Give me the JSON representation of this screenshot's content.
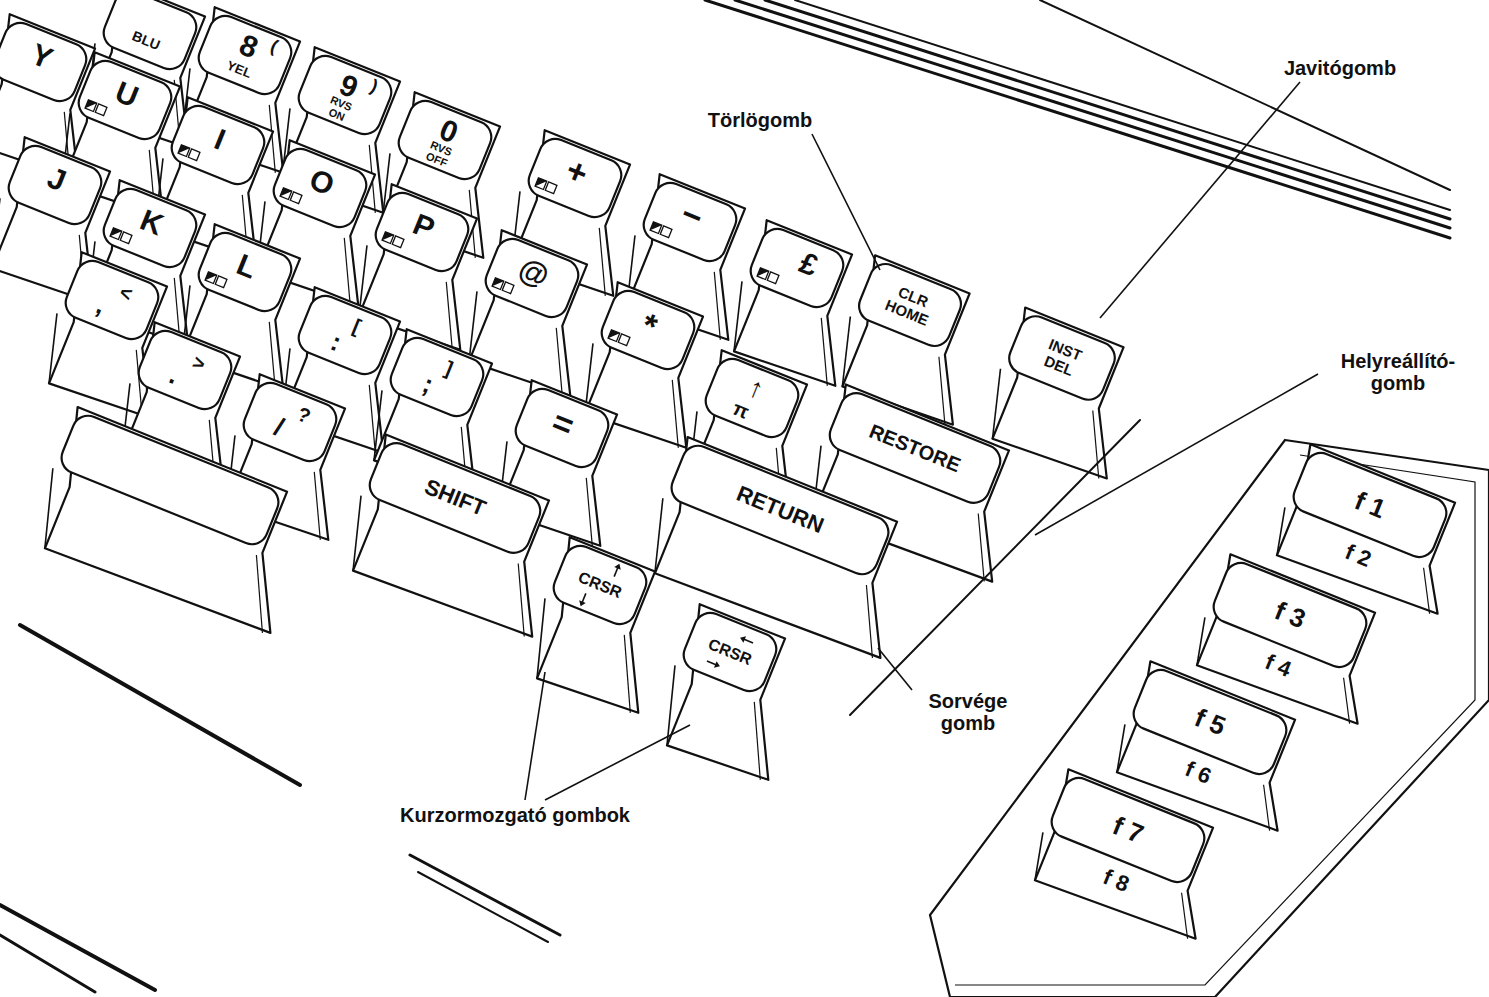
{
  "diagram": {
    "labels": [
      "BLU",
      "8",
      "(",
      "YEL",
      "9",
      ")",
      "RVS ON",
      "0",
      "RVS OFF",
      "+",
      "−",
      "£",
      "CLR HOME",
      "INST DEL",
      "Y",
      "U",
      "I",
      "O",
      "P",
      "@",
      "*",
      "↑",
      "π",
      "RESTORE",
      "J",
      "K",
      "L",
      "[",
      ":",
      "]",
      ";",
      "=",
      "RETURN",
      "<",
      ",",
      ">",
      ".",
      "?",
      "/",
      "SHIFT",
      "CRSR",
      "CRSR",
      "f 1",
      "f 2",
      "f 3",
      "f 4",
      "f 5",
      "f 6",
      "f 7",
      "f 8",
      "Törlögomb",
      "Javitógomb",
      "Helyreállító- gomb",
      "Sorvége gomb",
      "Kurzormozgató gombok"
    ]
  }
}
